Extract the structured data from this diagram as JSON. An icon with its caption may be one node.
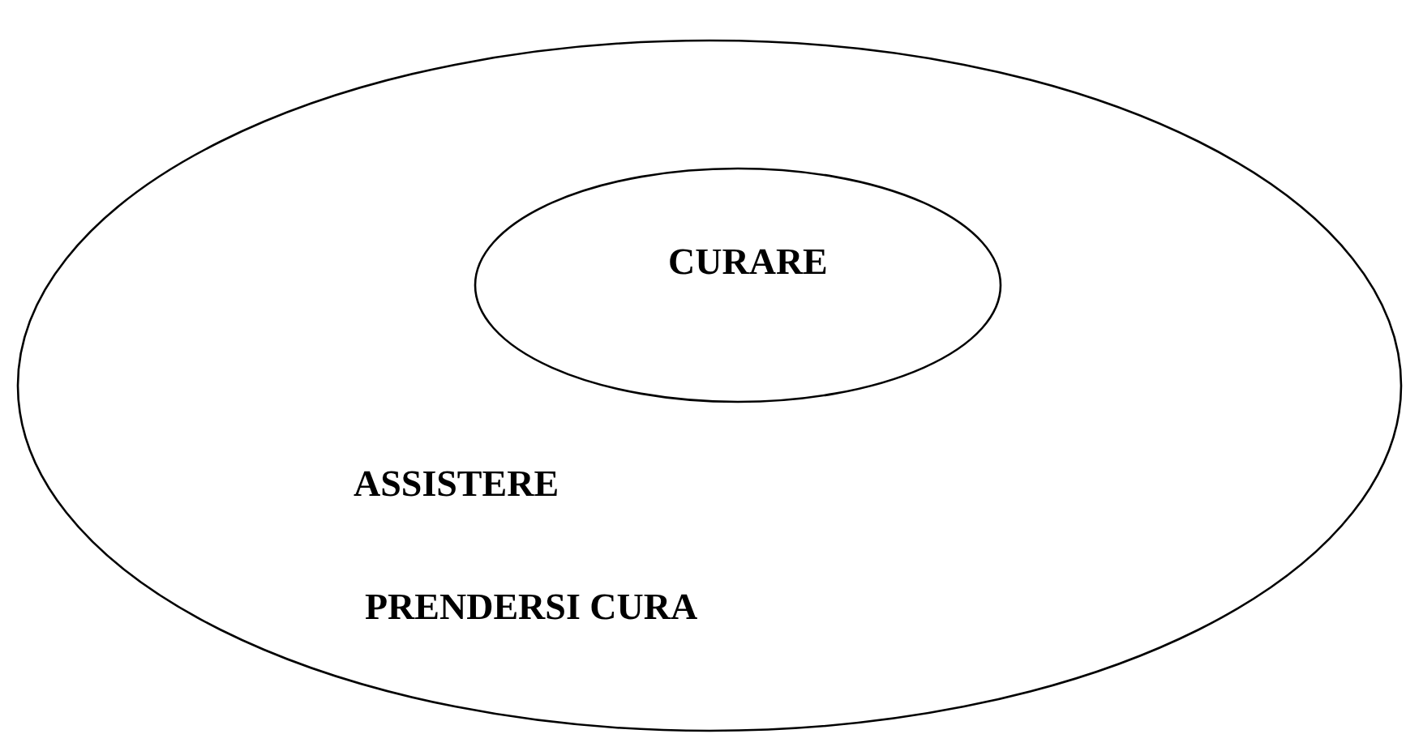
{
  "diagram": {
    "nodes": [
      {
        "text": [
          "ASSISTERE",
          "PRENDERSI CURA"
        ]
      },
      {
        "text": [
          "CURARE"
        ],
        "in": 0
      }
    ]
  }
}
